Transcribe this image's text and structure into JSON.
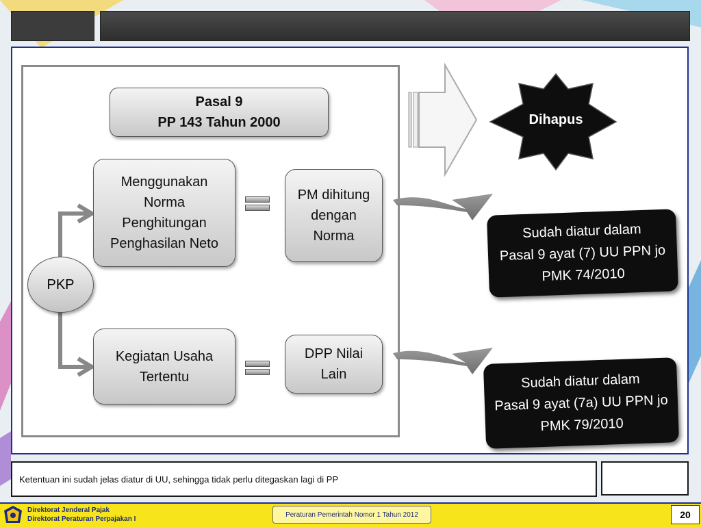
{
  "diagram": {
    "source_box": {
      "line1": "Pasal 9",
      "line2": "PP 143 Tahun 2000"
    },
    "pkp_label": "PKP",
    "branch_top": {
      "label": "Menggunakan Norma Penghitungan Penghasilan Neto",
      "result": "PM dihitung dengan Norma"
    },
    "branch_bottom": {
      "label": "Kegiatan Usaha Tertentu",
      "result": "DPP Nilai Lain"
    },
    "removed_label": "Dihapus",
    "outcome_top": {
      "line1": "Sudah diatur dalam",
      "line2": "Pasal 9 ayat (7) UU PPN jo",
      "line3": "PMK 74/2010"
    },
    "outcome_bottom": {
      "line1": "Sudah diatur dalam",
      "line2": "Pasal 9 ayat (7a) UU PPN jo",
      "line3": "PMK 79/2010"
    }
  },
  "note": "Ketentuan ini sudah jelas diatur di UU, sehingga tidak perlu ditegaskan lagi di PP",
  "footer": {
    "org_line1": "Direktorat Jenderal Pajak",
    "org_line2": "Direktorat Peraturan Perpajakan I",
    "regulation": "Peraturan Pemerintah Nomor 1 Tahun 2012",
    "page_number": "20"
  },
  "colors": {
    "frame_border": "#1f2f8f",
    "footer_bg": "#f7e41a",
    "starburst": "#0e0e0e"
  }
}
